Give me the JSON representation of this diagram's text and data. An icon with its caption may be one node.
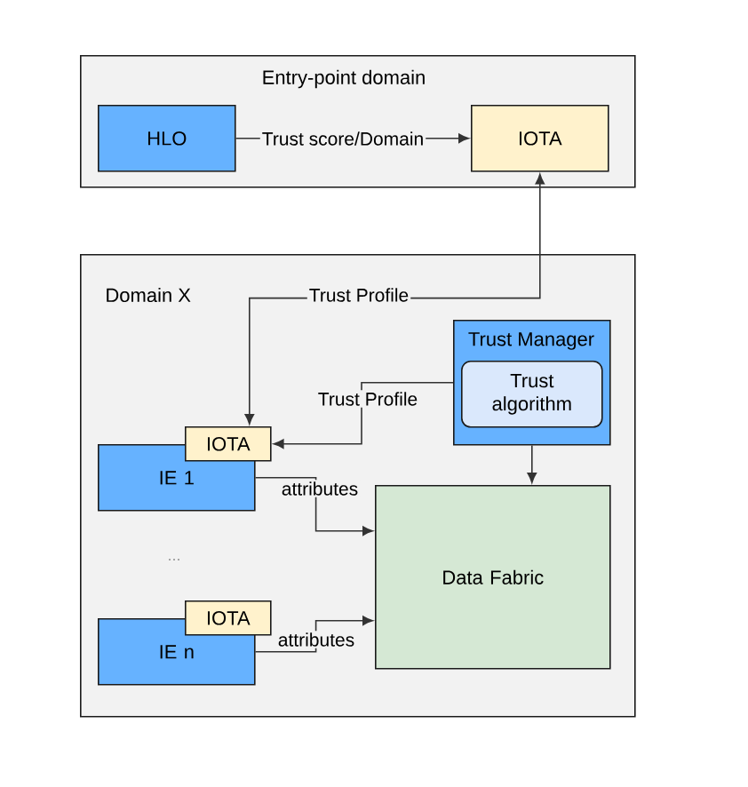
{
  "diagram": {
    "nodes": [
      {
        "text": [
          "Entry-point domain"
        ]
      },
      {
        "text": [
          "HLO"
        ],
        "in": 0
      },
      {
        "text": [
          "IOTA"
        ],
        "in": 0
      },
      {
        "text": [
          "Domain X"
        ]
      },
      {
        "text": [
          "Trust Manager"
        ],
        "in": 3
      },
      {
        "text": [
          "Trust algorithm"
        ],
        "in": 4
      },
      {
        "text": [
          "IOTA"
        ],
        "in": 3
      },
      {
        "text": [
          "IE 1"
        ],
        "in": 3
      },
      {
        "text": [
          "Data Fabric"
        ],
        "in": 3
      },
      {
        "text": [
          "IOTA"
        ],
        "in": 3
      },
      {
        "text": [
          "IE n"
        ],
        "in": 3
      }
    ],
    "edges": [
      {
        "from": 1,
        "to": 2,
        "arrow": "to",
        "label": "Trust score/Domain"
      },
      {
        "from": 2,
        "to": 6,
        "arrow": "both",
        "label": "Trust Profile"
      },
      {
        "from": 4,
        "to": 6,
        "arrow": "to",
        "label": "Trust Profile"
      },
      {
        "from": 4,
        "to": 8,
        "arrow": "to"
      },
      {
        "from": 7,
        "to": 8,
        "arrow": "to",
        "label": "attributes"
      },
      {
        "from": 10,
        "to": 8,
        "arrow": "to",
        "label": "attributes"
      }
    ],
    "labels": [
      "..."
    ]
  }
}
